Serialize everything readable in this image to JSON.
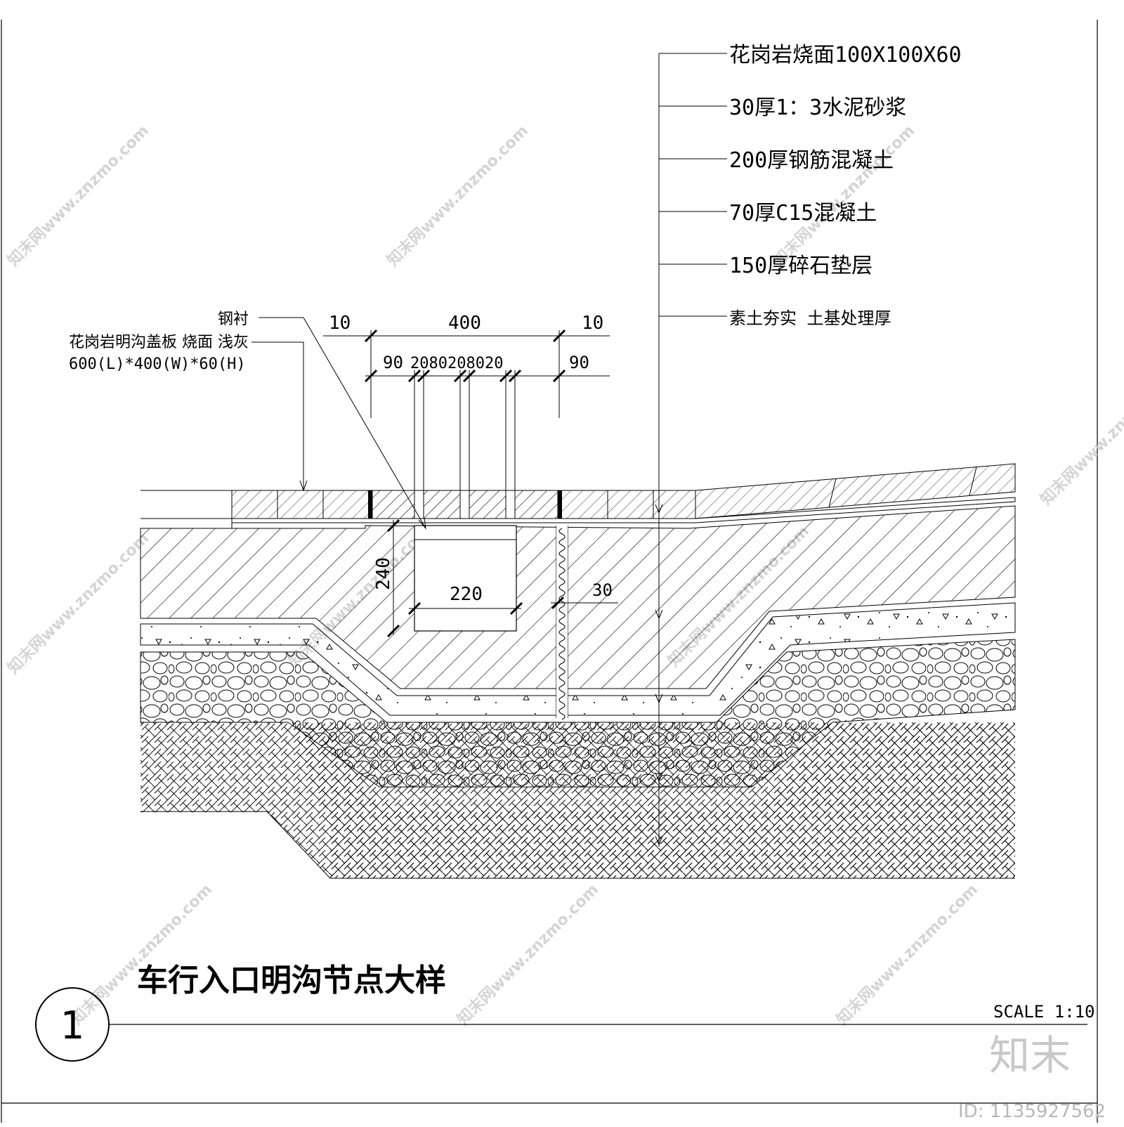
{
  "drawing": {
    "title": "车行入口明沟节点大样",
    "number": "1",
    "scale": "SCALE 1:10"
  },
  "layers": [
    "花岗岩烧面100X100X60",
    "30厚1：3水泥砂浆",
    "200厚钢筋混凝土",
    "70厚C15混凝土",
    "150厚碎石垫层",
    "素土夯实 土基处理厚"
  ],
  "callouts": {
    "steel_lining": "钢衬",
    "cover_plate_line1": "花岗岩明沟盖板 烧面 浅灰",
    "cover_plate_line2": "600(L)*400(W)*60(H)"
  },
  "dimensions": {
    "top_left": "10",
    "top_mid": "400",
    "top_right": "10",
    "sub_left": "90",
    "sub_mid": "2080208020",
    "sub_right": "90",
    "trench_depth": "240",
    "trench_width": "220",
    "joint": "30"
  },
  "branding": {
    "watermark": "知末网www.znzmo.com",
    "logo": "知末",
    "id_text": "ID: 1135927562"
  }
}
